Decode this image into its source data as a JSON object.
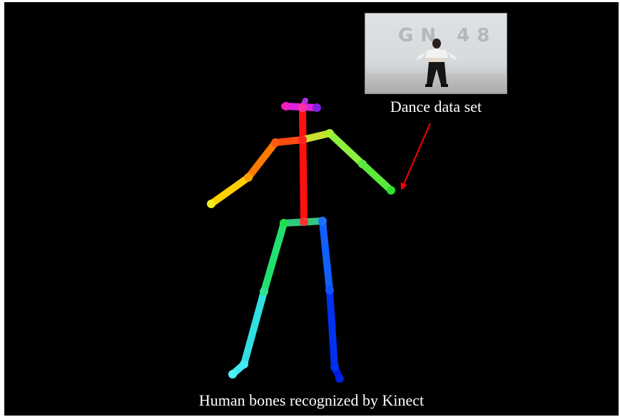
{
  "labels": {
    "dataset_caption": "Dance data set",
    "skeleton_caption": "Human bones recognized by Kinect",
    "photo_wall_text": "GN 48"
  },
  "colors": {
    "background": "#000000",
    "caption_text": "#ffffff",
    "arrow": "#ff0000",
    "head": "#e020e0",
    "spine": "#ff1010",
    "right_upper_arm": "#ff7a00",
    "right_forearm": "#ffd000",
    "left_arm": "#8cf040",
    "right_leg": "#20e070",
    "right_shin": "#30e0e0",
    "left_leg": "#1060ff",
    "left_shin": "#0022ee"
  }
}
